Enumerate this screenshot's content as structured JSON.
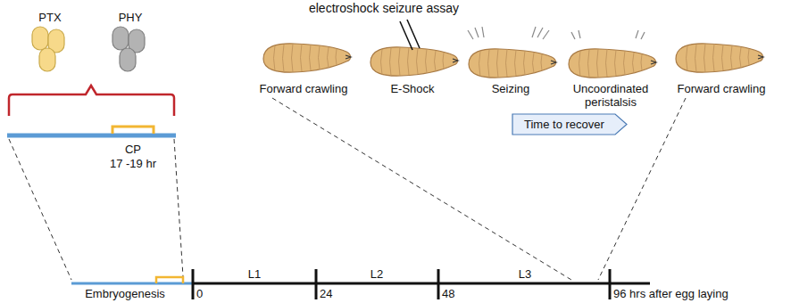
{
  "diagram": {
    "nodes": [
      {
        "text": [
          "Time to recover"
        ]
      }
    ],
    "labels": [
      "PTX",
      "PHY",
      "CP",
      "17 -19 hr",
      "electroshock seizure assay",
      "Forward crawling",
      "E-Shock",
      "Seizing",
      "Uncoordinated peristalsis",
      "Forward crawling",
      "Embryogenesis",
      "0",
      "L1",
      "24",
      "L2",
      "48",
      "L3",
      "96 hrs after egg laying"
    ]
  }
}
